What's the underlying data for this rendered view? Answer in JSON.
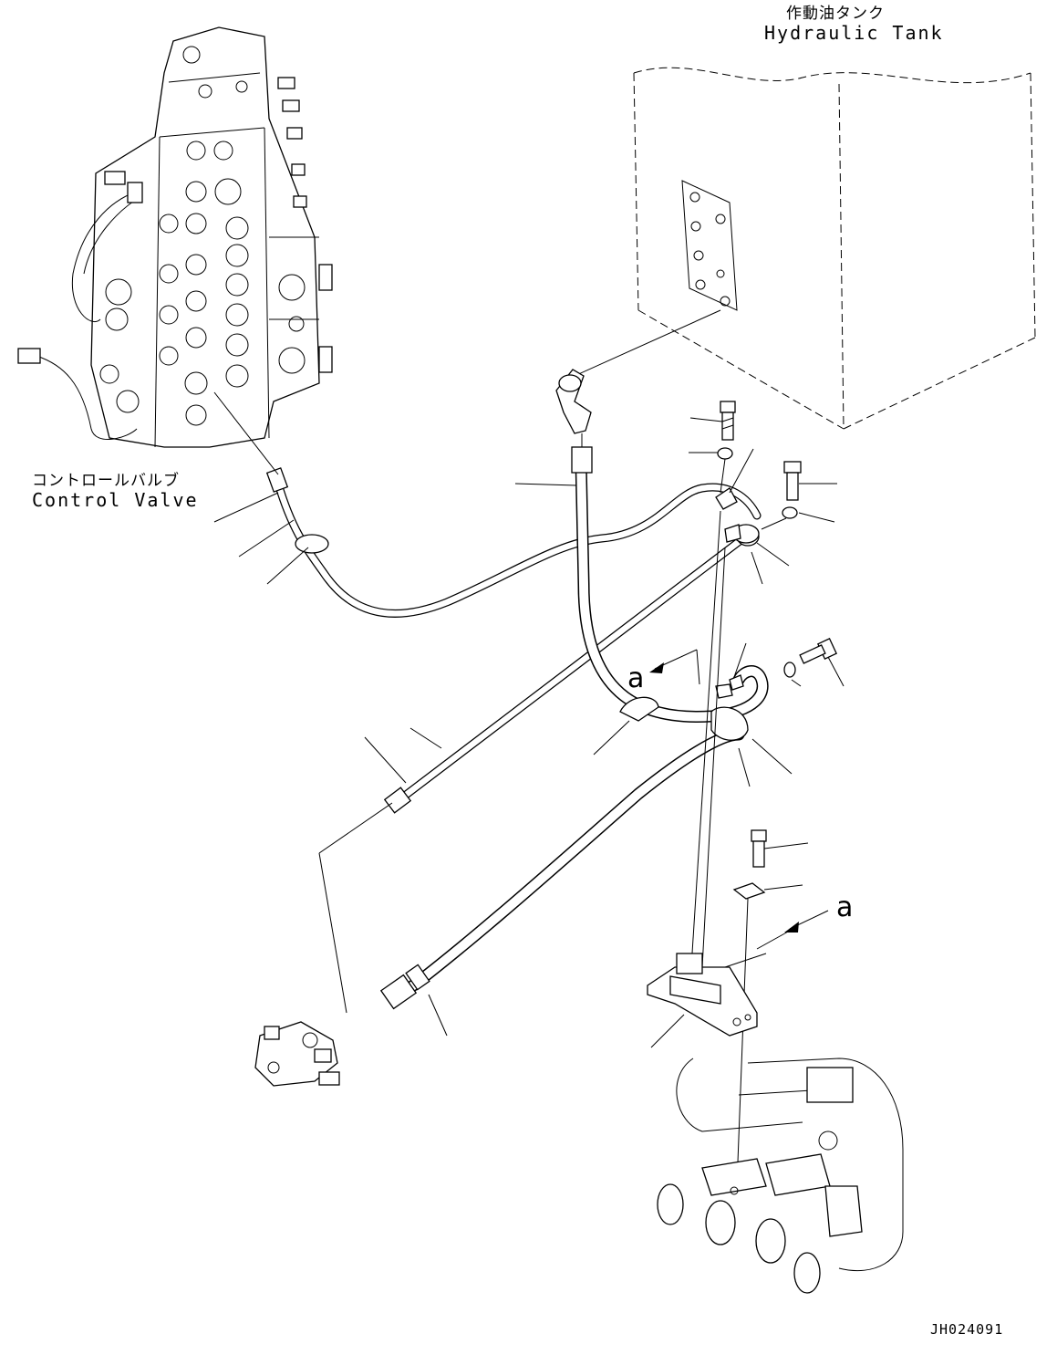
{
  "labels": {
    "hydraulic_tank_jp": "作動油タンク",
    "hydraulic_tank_en": "Hydraulic Tank",
    "control_valve_jp": "コントロールバルブ",
    "control_valve_en": "Control Valve",
    "view_arrow_upper": "a",
    "view_arrow_lower": "a",
    "drawing_code": "JH024091"
  }
}
